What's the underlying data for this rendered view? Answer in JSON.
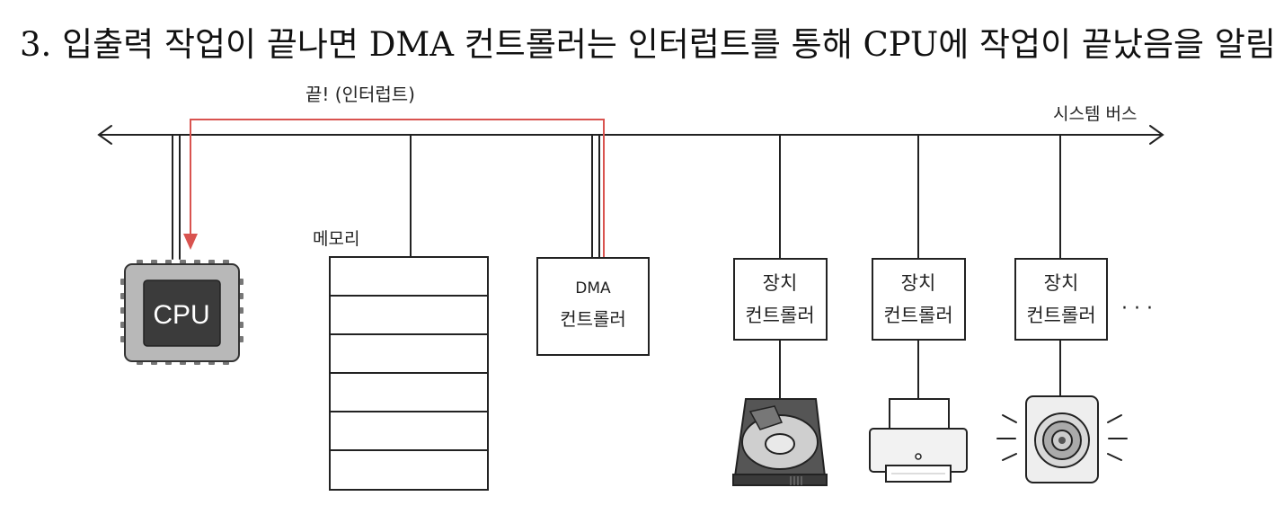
{
  "title": "3. 입출력 작업이 끝나면 DMA 컨트롤러는 인터럽트를 통해 CPU에 작업이 끝났음을 알림",
  "labels": {
    "system_bus": "시스템 버스",
    "interrupt": "끝! (인터럽트)",
    "memory": "메모리",
    "cpu": "CPU",
    "dma_line1": "DMA",
    "dma_line2": "컨트롤러",
    "device_line1": "장치",
    "device_line2": "컨트롤러",
    "ellipsis": "· · ·"
  },
  "colors": {
    "interrupt_arrow": "#d9534f",
    "cpu_chip": "#3b3b3b",
    "cpu_package": "#b8b8b8",
    "device_dark": "#4a4a4a"
  },
  "devices": [
    {
      "icon": "hard-disk-icon"
    },
    {
      "icon": "printer-icon"
    },
    {
      "icon": "speaker-icon"
    }
  ]
}
